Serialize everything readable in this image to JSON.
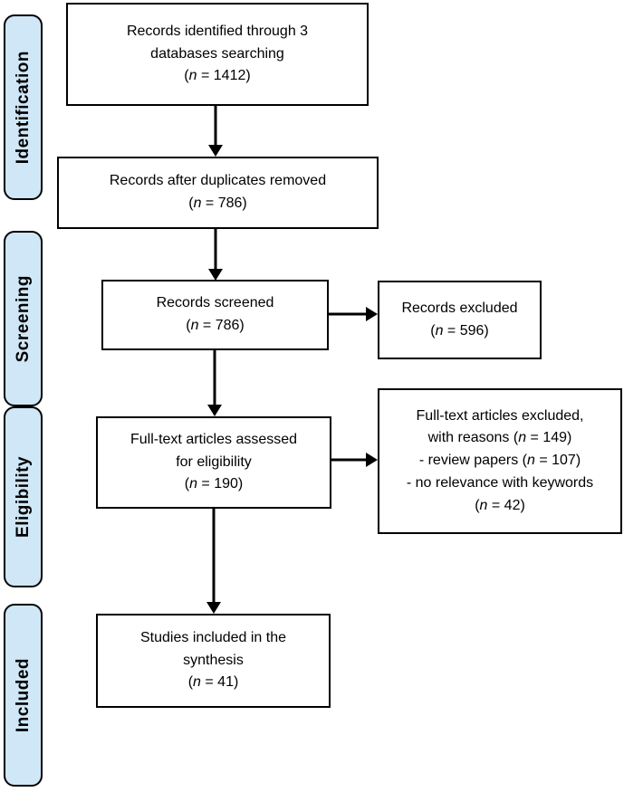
{
  "diagram": {
    "type": "prisma-flowchart",
    "colors": {
      "stage_fill": "#cfe7f7",
      "stage_border": "#000000",
      "box_border": "#000000",
      "arrow": "#000000",
      "text": "#000000",
      "background": "#ffffff"
    },
    "stages": [
      {
        "label": "Identification"
      },
      {
        "label": "Screening"
      },
      {
        "label": "Eligibility"
      },
      {
        "label": "Included"
      }
    ],
    "boxes": {
      "identified": {
        "lines": [
          "Records identified through 3",
          "databases searching",
          "(n = 1412)"
        ]
      },
      "deduplicated": {
        "lines": [
          "Records after duplicates removed",
          "(n = 786)"
        ]
      },
      "screened": {
        "lines": [
          "Records screened",
          "(n = 786)"
        ]
      },
      "excluded": {
        "lines": [
          "Records excluded",
          "(n = 596)"
        ]
      },
      "fulltext": {
        "lines": [
          "Full-text articles assessed",
          "for eligibility",
          "(n = 190)"
        ]
      },
      "fulltext_excluded": {
        "lines": [
          "Full-text articles excluded,",
          "with reasons (n = 149)",
          "- review papers (n = 107)",
          "- no relevance with keywords",
          "(n = 42)"
        ]
      },
      "included": {
        "lines": [
          "Studies included in the",
          "synthesis",
          "(n = 41)"
        ]
      }
    }
  }
}
